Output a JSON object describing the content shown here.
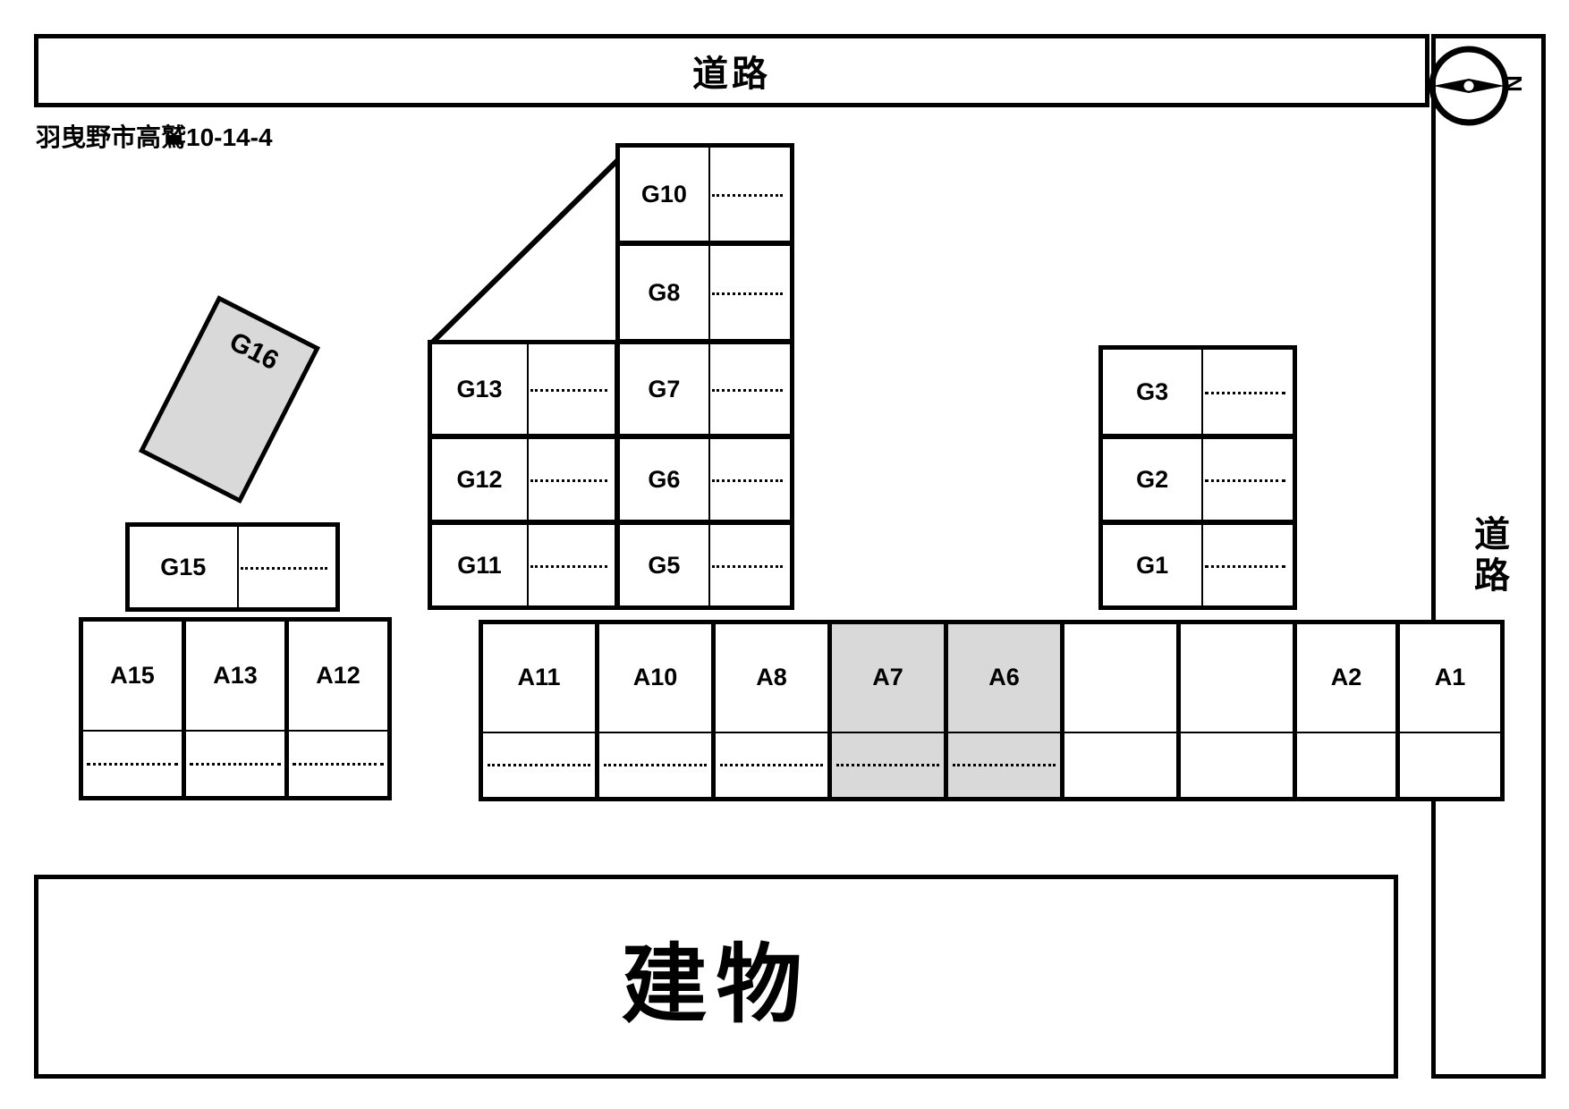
{
  "address": "羽曳野市高鷲10-14-4",
  "roads": {
    "top_label": "道路",
    "right_label": "道路"
  },
  "building": {
    "label": "建物"
  },
  "compass": {
    "north_letter": "N",
    "icon": "compass-needle-icon"
  },
  "colors": {
    "outline": "#000000",
    "highlight_fill": "#d9d9d9",
    "background": "#ffffff"
  },
  "left_block": {
    "g16": {
      "label": "G16",
      "highlighted": true
    },
    "g15": {
      "label": "G15",
      "highlighted": false
    },
    "a_row": [
      {
        "label": "A15",
        "highlighted": false
      },
      {
        "label": "A13",
        "highlighted": false
      },
      {
        "label": "A12",
        "highlighted": false
      }
    ]
  },
  "center_block": {
    "column_left": [
      {
        "label": "G13",
        "highlighted": false
      },
      {
        "label": "G12",
        "highlighted": false
      },
      {
        "label": "G11",
        "highlighted": false
      }
    ],
    "column_right": [
      {
        "label": "G10",
        "highlighted": false
      },
      {
        "label": "G8",
        "highlighted": false
      },
      {
        "label": "G7",
        "highlighted": false
      },
      {
        "label": "G6",
        "highlighted": false
      },
      {
        "label": "G5",
        "highlighted": false
      }
    ]
  },
  "right_block": {
    "column": [
      {
        "label": "G3",
        "highlighted": false
      },
      {
        "label": "G2",
        "highlighted": false
      },
      {
        "label": "G1",
        "highlighted": false
      }
    ]
  },
  "main_a_row": [
    {
      "label": "A11",
      "highlighted": false
    },
    {
      "label": "A10",
      "highlighted": false
    },
    {
      "label": "A8",
      "highlighted": false
    },
    {
      "label": "A7",
      "highlighted": true
    },
    {
      "label": "A6",
      "highlighted": true
    },
    {
      "label": "",
      "highlighted": false
    },
    {
      "label": "",
      "highlighted": false
    },
    {
      "label": "A2",
      "highlighted": false
    },
    {
      "label": "A1",
      "highlighted": false
    }
  ]
}
